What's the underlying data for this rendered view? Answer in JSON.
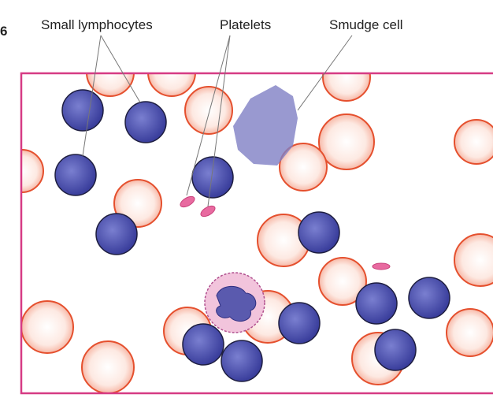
{
  "figure_number": "6",
  "labels": {
    "small_lymphocytes": "Small lymphocytes",
    "platelets": "Platelets",
    "smudge_cell": "Smudge cell"
  },
  "colors": {
    "frame": "#d63b84",
    "rbc_outline": "#e5502e",
    "rbc_fill": "#fde6df",
    "lymphocyte": "#4b4fae",
    "platelet": "#e86aa0",
    "smudge": "#7f7fc4",
    "neutrophil_fill": "#f2c4dc"
  }
}
